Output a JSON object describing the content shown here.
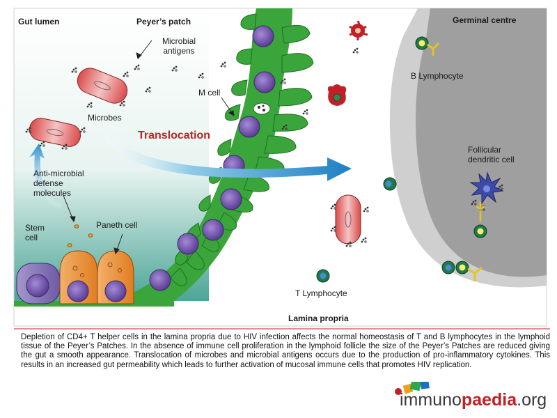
{
  "labels": {
    "gut_lumen": "Gut lumen",
    "peyers_patch": "Peyer’s patch",
    "germinal_centre": "Germinal centre",
    "microbial_antigens": "Microbial antigens",
    "microbes": "Microbes",
    "m_cell": "M cell",
    "translocation": "Translocation",
    "b_lymphocyte": "B Lymphocyte",
    "follicular_dendritic_cell": "Follicular dendritic cell",
    "anti_microbial_defense_molecules": "Anti-microbial defense molecules",
    "stem_cell": "Stem cell",
    "paneth_cell": "Paneth cell",
    "t_lymphocyte": "T Lymphocyte",
    "lamina_propria": "Lamina propria"
  },
  "caption": "Depletion of CD4+ T helper cells in the lamina propria due to HIV infection affects the normal homeostasis of T and B lymphocytes in the lymphoid tissue of the Peyer’s Patches. In the absence of immune cell proliferation in the lymphoid follicle the size of the Peyer’s Patches are reduced giving the gut a smooth appearance. Translocation of microbes and microbial antigens occurs due to the production of pro-inflammatory cytokines.  This results in an increased gut permeability which leads to further activation of mucosal immune cells that promotes HIV replication.",
  "logo": {
    "part1": "immuno",
    "part2": "paedia",
    "part3": ".org"
  },
  "colors": {
    "epithelium_green": "#3aa53a",
    "nucleus_purple": "#7a5fb0",
    "paneth_orange": "#e8943a",
    "stem_purple": "#8a78b8",
    "microbe_red": "#e06a6a",
    "germinal_grey": "#a9a9a9",
    "translocation_red": "#c22026",
    "arrow_blue": "#2b8fd0",
    "caption_rule": "#c22026"
  }
}
